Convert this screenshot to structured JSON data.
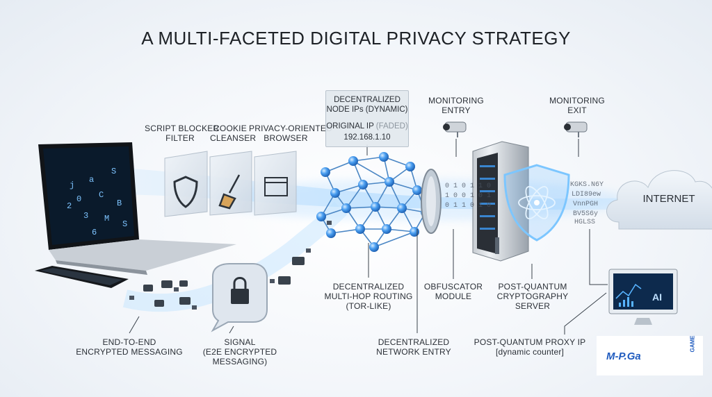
{
  "title": "A MULTI-FACETED DIGITAL PRIVACY STRATEGY",
  "labels": {
    "script_blocker": [
      "SCRIPT BLOCKER",
      "FILTER"
    ],
    "cookie_cleanser": [
      "COOKIE",
      "CLEANSER"
    ],
    "privacy_browser": [
      "PRIVACY-ORIENTED",
      "BROWSER"
    ],
    "decentralized_ips": [
      "DECENTRALIZED",
      "NODE IPs (DYNAMIC)"
    ],
    "original_ip_label": "ORIGINAL IP",
    "original_ip_faded": "(FADED)",
    "original_ip_value": "192.168.1.10",
    "monitoring_entry": [
      "MONITORING",
      "ENTRY"
    ],
    "monitoring_exit": [
      "MONITORING",
      "EXIT"
    ],
    "internet": "INTERNET",
    "multihop": [
      "DECENTRALIZED",
      "MULTI-HOP ROUTING",
      "(TOR-LIKE)"
    ],
    "obfuscator": [
      "OBFUSCATOR",
      "MODULE"
    ],
    "pq_server": [
      "POST-QUANTUM",
      "CRYPTOGRAPHY",
      "SERVER"
    ],
    "e2e": [
      "END-TO-END",
      "ENCRYPTED MESSAGING"
    ],
    "signal": [
      "SIGNAL",
      "(E2E ENCRYPTED",
      "MESSAGING)"
    ],
    "network_entry": [
      "DECENTRALIZED",
      "NETWORK ENTRY"
    ],
    "pq_proxy": [
      "POST-QUANTUM PROXY IP",
      "[dynamic counter]"
    ]
  },
  "logo": {
    "text": "M-P.Ga",
    "tag": "GAME"
  },
  "ai_label": "AI",
  "colors": {
    "glow": "#7cc6ff",
    "node": "#3d8fe0",
    "accent": "#1f5bbf",
    "text": "#2a2f36"
  },
  "icons": [
    "laptop-icon",
    "phone-icon",
    "shield-icon",
    "broom-icon",
    "browser-icon",
    "node-network-icon",
    "camera-icon",
    "server-icon",
    "atom-shield-icon",
    "cloud-icon",
    "monitor-ai-icon",
    "lock-bubble-icon",
    "chat-bubble-icon",
    "padlock-icon"
  ]
}
